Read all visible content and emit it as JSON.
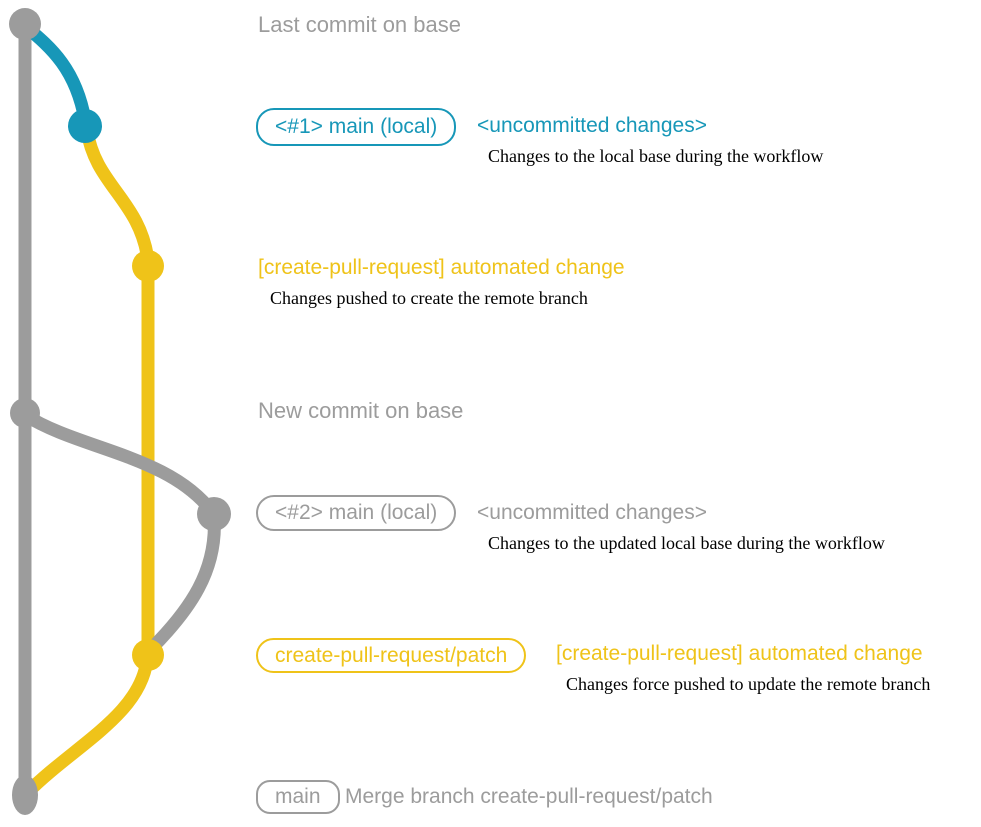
{
  "colors": {
    "gray": "#9C9C9C",
    "teal": "#1797B8",
    "yellow": "#EFC319",
    "ink": "#000000"
  },
  "diagram": {
    "base_branch": {
      "last_commit_label": "Last commit on base",
      "new_commit_label": "New commit on base"
    },
    "row_local_main_1": {
      "badge": "<#1> main (local)",
      "title": "<uncommitted changes>",
      "desc": "Changes to the local base during the workflow"
    },
    "row_automated_change_1": {
      "title": "[create-pull-request] automated change",
      "desc": "Changes pushed to create the remote branch"
    },
    "row_local_main_2": {
      "badge": "<#2> main (local)",
      "title": "<uncommitted changes>",
      "desc": "Changes to the updated local base during the workflow"
    },
    "row_automated_change_2": {
      "badge": "create-pull-request/patch",
      "title": "[create-pull-request] automated change",
      "desc": "Changes force pushed to update the remote branch"
    },
    "row_merge": {
      "badge": "main",
      "title": "Merge branch create-pull-request/patch"
    }
  }
}
